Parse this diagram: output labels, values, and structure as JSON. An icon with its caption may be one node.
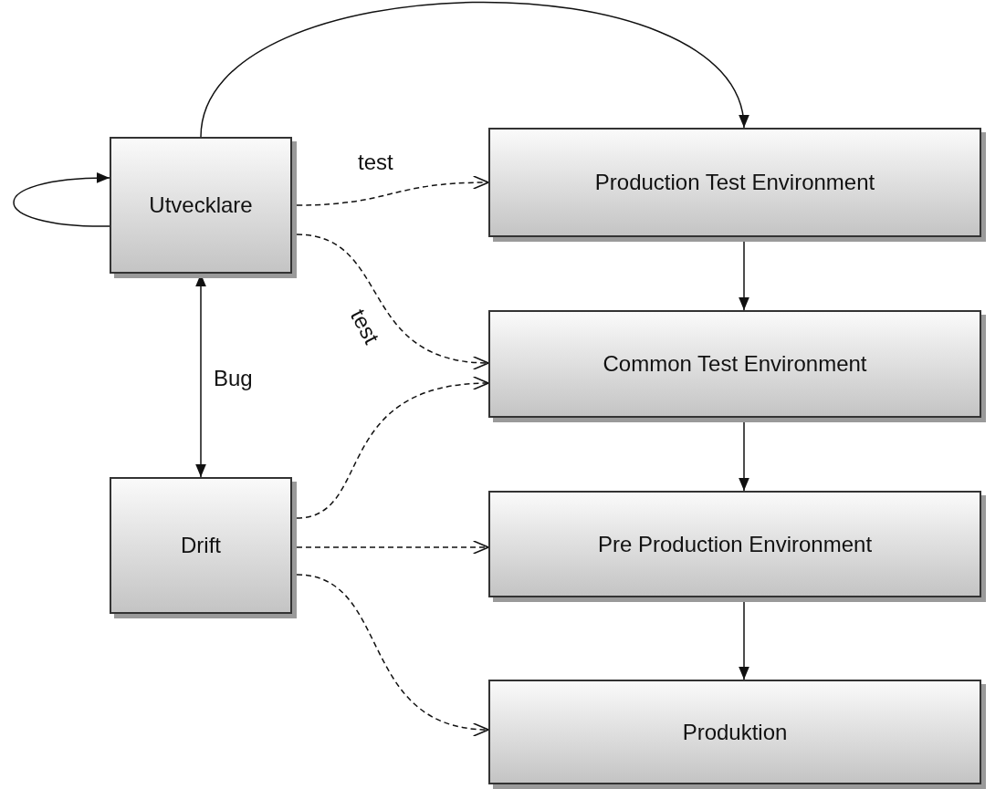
{
  "diagram": {
    "nodes": [
      {
        "text": [
          "Utvecklare"
        ]
      },
      {
        "text": [
          "Production Test Environment"
        ]
      },
      {
        "text": [
          "Common Test Environment"
        ]
      },
      {
        "text": [
          "Drift"
        ]
      },
      {
        "text": [
          "Pre Production Environment"
        ]
      },
      {
        "text": [
          "Produktion"
        ]
      }
    ],
    "edges": [
      {
        "from": 0,
        "to": 0,
        "arrow": "to"
      },
      {
        "from": 0,
        "to": 1,
        "arrow": "to"
      },
      {
        "from": 0,
        "to": 1,
        "arrow": "to",
        "label": "test",
        "style": "dashed"
      },
      {
        "from": 0,
        "to": 2,
        "arrow": "to",
        "label": "test",
        "style": "dashed"
      },
      {
        "from": 0,
        "to": 3,
        "arrow": "both",
        "label": "Bug"
      },
      {
        "from": 1,
        "to": 2,
        "arrow": "to"
      },
      {
        "from": 2,
        "to": 4,
        "arrow": "to"
      },
      {
        "from": 4,
        "to": 5,
        "arrow": "to"
      },
      {
        "from": 3,
        "to": 2,
        "arrow": "to",
        "style": "dashed"
      },
      {
        "from": 3,
        "to": 4,
        "arrow": "to",
        "style": "dashed"
      },
      {
        "from": 3,
        "to": 5,
        "arrow": "to",
        "style": "dashed"
      }
    ]
  }
}
